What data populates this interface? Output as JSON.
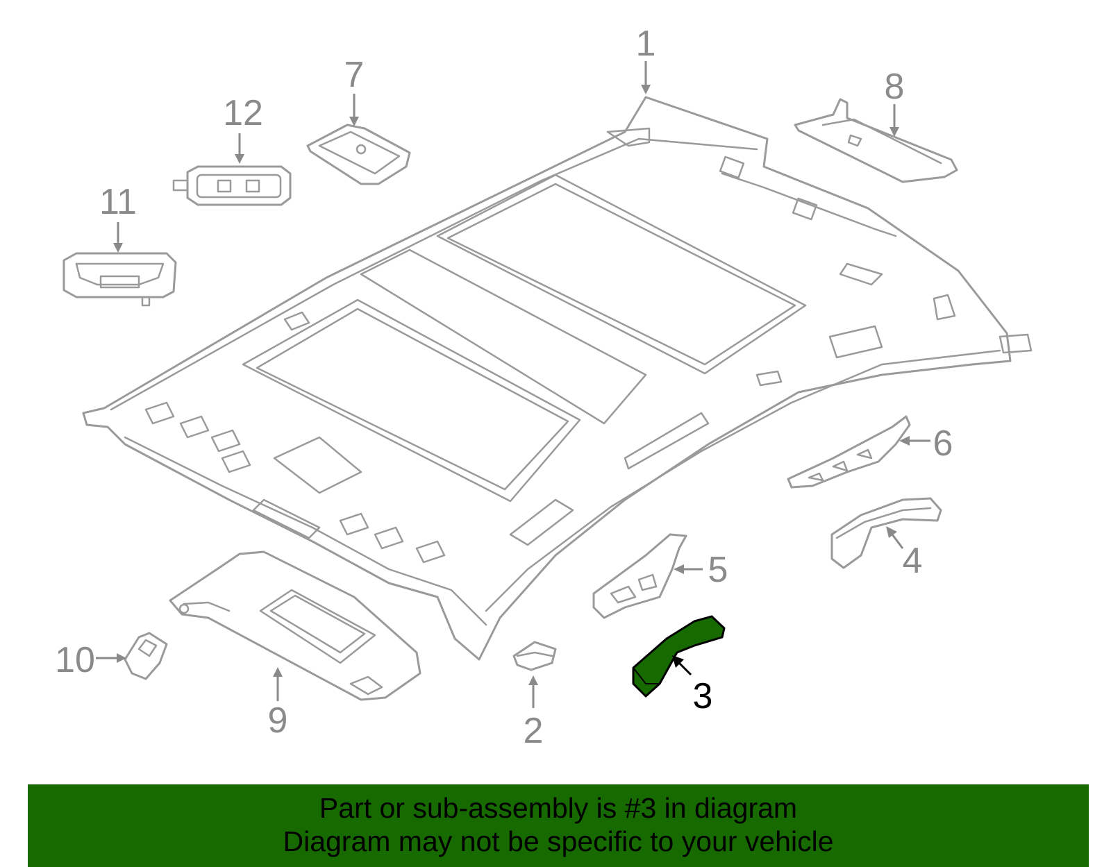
{
  "diagram": {
    "highlighted_part": "3",
    "highlight_color": "#176a00",
    "line_color": "#9a9a9a",
    "callouts": {
      "p1": "1",
      "p2": "2",
      "p3": "3",
      "p4": "4",
      "p5": "5",
      "p6": "6",
      "p7": "7",
      "p8": "8",
      "p9": "9",
      "p10": "10",
      "p11": "11",
      "p12": "12"
    }
  },
  "banner": {
    "line1": "Part or sub-assembly is #3 in diagram",
    "line2": "Diagram may not be specific to your vehicle",
    "background": "#176a00"
  }
}
